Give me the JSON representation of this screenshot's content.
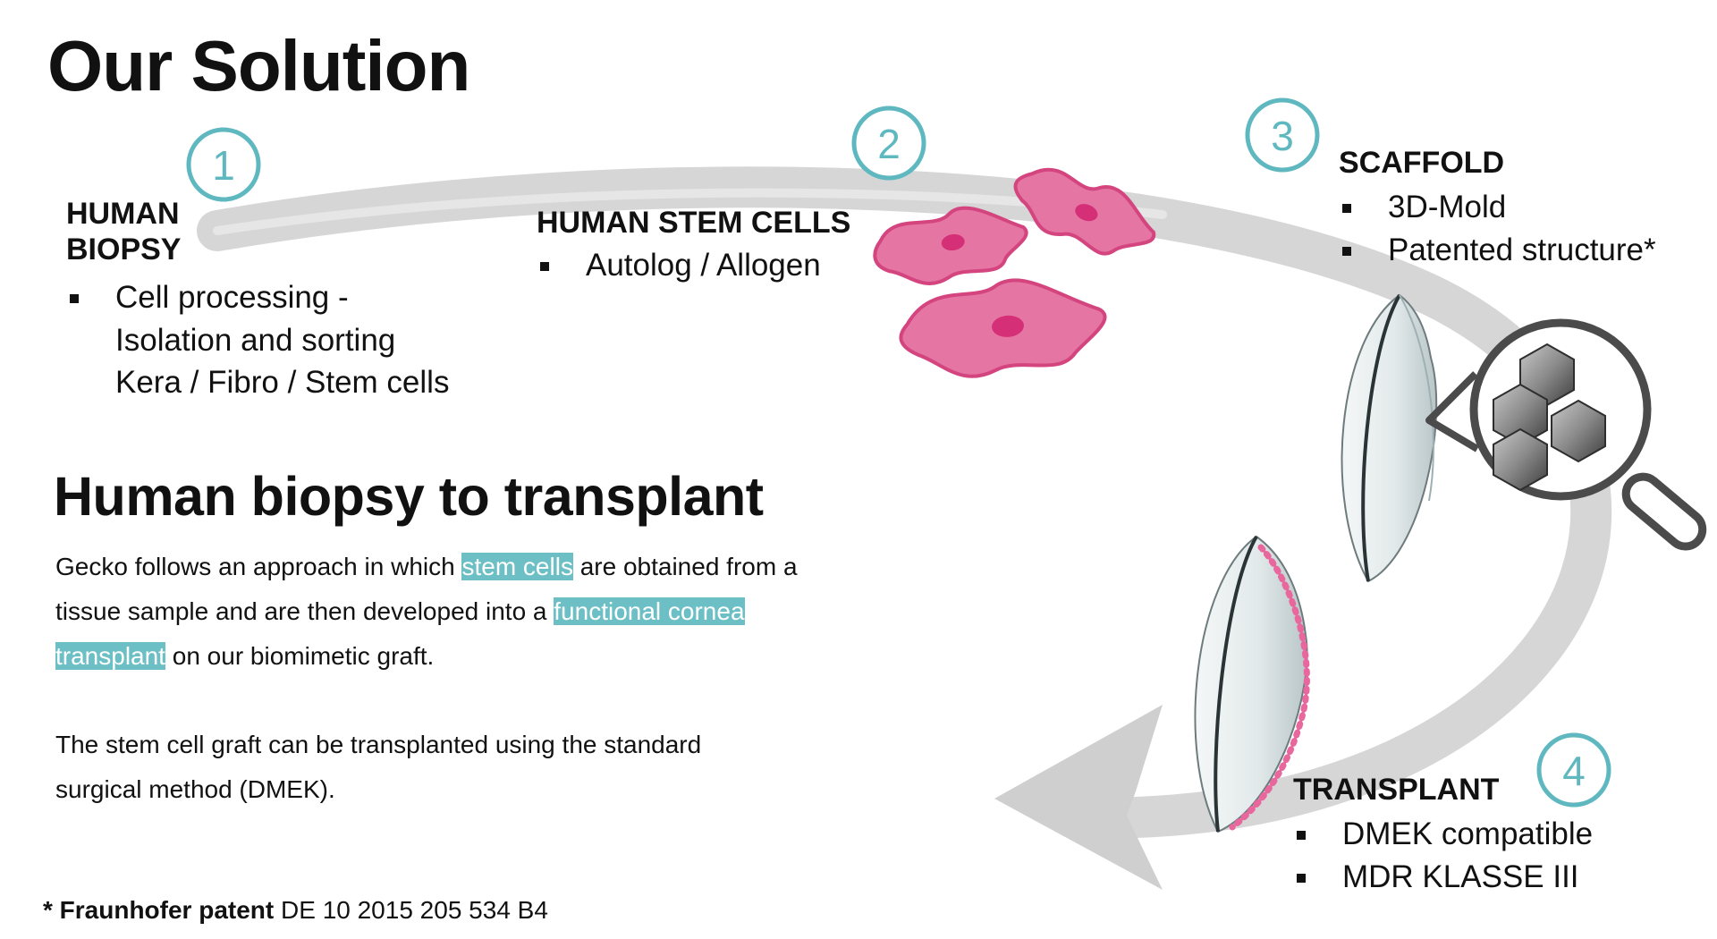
{
  "title": "Our Solution",
  "steps": [
    {
      "number": "1",
      "heading_line1": "HUMAN",
      "heading_line2": "BIOPSY",
      "bullets": [
        "Cell processing -"
      ],
      "continuation": [
        "Isolation and sorting",
        "Kera / Fibro / Stem cells"
      ]
    },
    {
      "number": "2",
      "heading": "HUMAN STEM CELLS",
      "bullets": [
        "Autolog / Allogen"
      ]
    },
    {
      "number": "3",
      "heading": "SCAFFOLD",
      "bullets": [
        "3D-Mold",
        "Patented structure*"
      ]
    },
    {
      "number": "4",
      "heading": "TRANSPLANT",
      "bullets": [
        "DMEK compatible",
        "MDR KLASSE III"
      ]
    }
  ],
  "section": {
    "title": "Human biopsy to transplant",
    "paragraph1": {
      "t1": "Gecko follows an approach in which ",
      "h1": "stem cells",
      "t2": " are obtained from a tissue sample and are then developed into a ",
      "h2": "functional cornea transplant",
      "t3": " on our biomimetic graft."
    },
    "paragraph2": "The stem cell graft can be transplanted using the standard surgical method (DMEK)."
  },
  "footnote": {
    "bold": "* Fraunhofer patent",
    "rest": " DE 10 2015 205 534 B4"
  },
  "colors": {
    "accent_teal": "#5fb8c0",
    "highlight": "#6cbfc5",
    "cell_pink": "#e8679d",
    "arrow_gray": "#d4d4d4"
  },
  "icons": [
    "numbered-circle-icon",
    "stem-cell-icon",
    "contact-lens-icon",
    "magnifier-icon",
    "curved-arrow-icon"
  ]
}
